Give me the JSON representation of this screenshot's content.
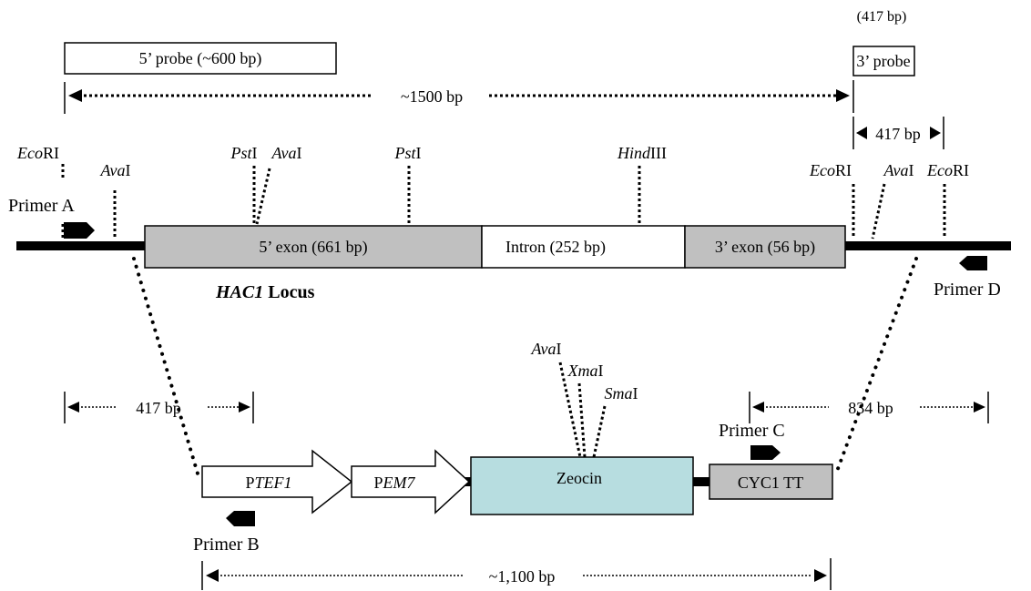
{
  "probes": {
    "probe5_label": "5’ probe (~600 bp)",
    "probe3_label": "3’ probe",
    "probe3_size_top": "(417 bp)"
  },
  "distances": {
    "d1500": "~1500 bp",
    "d417_right": "417 bp",
    "d417_left": "417 bp",
    "d834": "834 bp",
    "d1100": "~1,100 bp"
  },
  "locus": {
    "title_italic": "HAC1",
    "title_rest": " Locus",
    "exon5": "5’ exon (661 bp)",
    "intron": "Intron (252 bp)",
    "exon3": "3’ exon (56 bp)"
  },
  "sites": {
    "ecori_left": {
      "italic": "Eco",
      "rest": "RI"
    },
    "avai_left": {
      "italic": "Ava",
      "rest": "I"
    },
    "psti_1": {
      "italic": "Pst",
      "rest": "I"
    },
    "avai_mid": {
      "italic": "Ava",
      "rest": "I"
    },
    "psti_2": {
      "italic": "Pst",
      "rest": "I"
    },
    "hindiii": {
      "italic": "Hind",
      "rest": "III"
    },
    "ecori_right1": {
      "italic": "Eco",
      "rest": "RI"
    },
    "avai_right": {
      "italic": "Ava",
      "rest": "I"
    },
    "ecori_right2": {
      "italic": "Eco",
      "rest": "RI"
    },
    "avai_zeo": {
      "italic": "Ava",
      "rest": "I"
    },
    "xmai_zeo": {
      "italic": "Xma",
      "rest": "I"
    },
    "smai_zeo": {
      "italic": "Sma",
      "rest": "I"
    }
  },
  "primers": {
    "a": "Primer A",
    "b": "Primer B",
    "c": "Primer C",
    "d": "Primer D"
  },
  "cassette": {
    "ptef1_p": "P",
    "ptef1_i": "TEF1",
    "pem7_p": "P",
    "pem7_i": "EM7",
    "zeocin": "Zeocin",
    "cyc1": "CYC1 TT"
  },
  "colors": {
    "exon_fill": "#c0c0c0",
    "zeocin_fill": "#b7dde0",
    "backbone": "#000000"
  }
}
